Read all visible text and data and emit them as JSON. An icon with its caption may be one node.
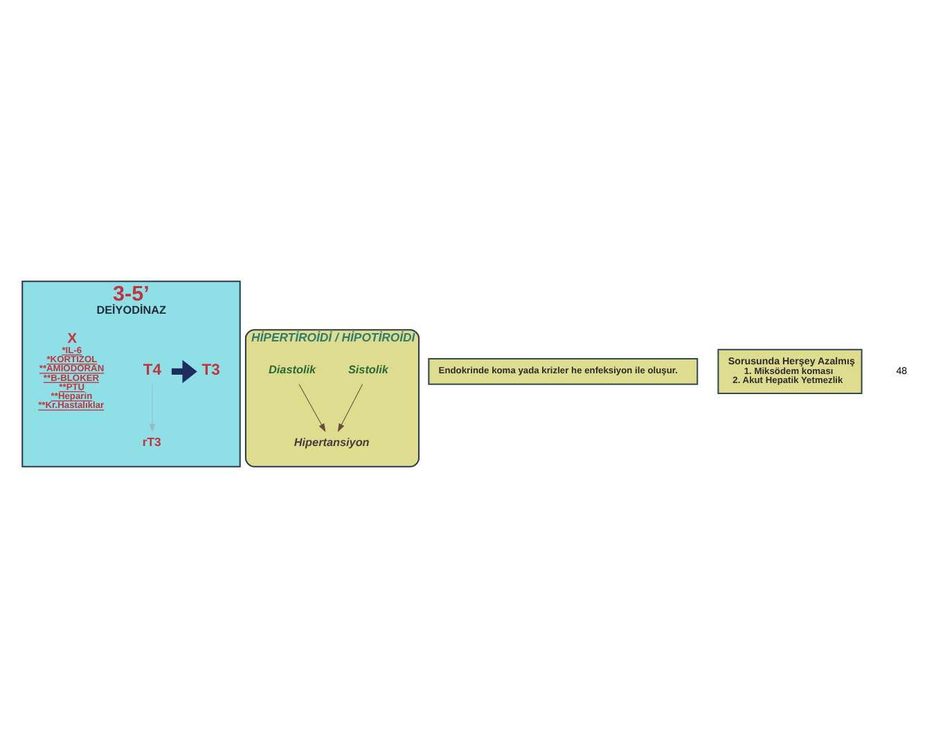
{
  "diagram": {
    "nodes": [
      {
        "text": [
          "3-5’",
          "DEİYODİNAZ"
        ]
      },
      {
        "text": [
          "T4"
        ],
        "in": 0
      },
      {
        "text": [
          "X",
          "*IL-6",
          "*KORTİZOL",
          "**AMİODORAN",
          "**B-BLOKER",
          "**PTU",
          "**Heparin",
          "**Kr.Hastalıklar"
        ],
        "in": 0
      },
      {
        "text": [
          "T3"
        ],
        "in": 0
      },
      {
        "text": [
          "rT3"
        ],
        "in": 0
      },
      {
        "text": [
          "HİPERTİROİDİ / HİPOTİROİDİ"
        ]
      },
      {
        "text": [
          "Sistolik"
        ],
        "in": 5
      },
      {
        "text": [
          "Diastolik"
        ],
        "in": 5
      },
      {
        "text": [
          "Hipertansiyon"
        ],
        "in": 5
      },
      {
        "text": [
          "Endokrinde koma yada krizler he enfeksiyon ile oluşur."
        ]
      },
      {
        "text": [
          "Sorusunda Herşey Azalmış",
          "1. Miksödem koması",
          "2. Akut Hepatik Yetmezlik"
        ]
      }
    ],
    "edges": [
      {
        "from": 1,
        "to": 3,
        "arrow": "to",
        "style": "thick",
        "color": "#1f2d5c"
      },
      {
        "from": 1,
        "to": 4,
        "arrow": "to",
        "color": "#9fb8c4"
      },
      {
        "from": 6,
        "to": 8,
        "arrow": "to"
      },
      {
        "from": 7,
        "to": 8,
        "arrow": "to"
      }
    ],
    "labels": [
      "48"
    ]
  }
}
